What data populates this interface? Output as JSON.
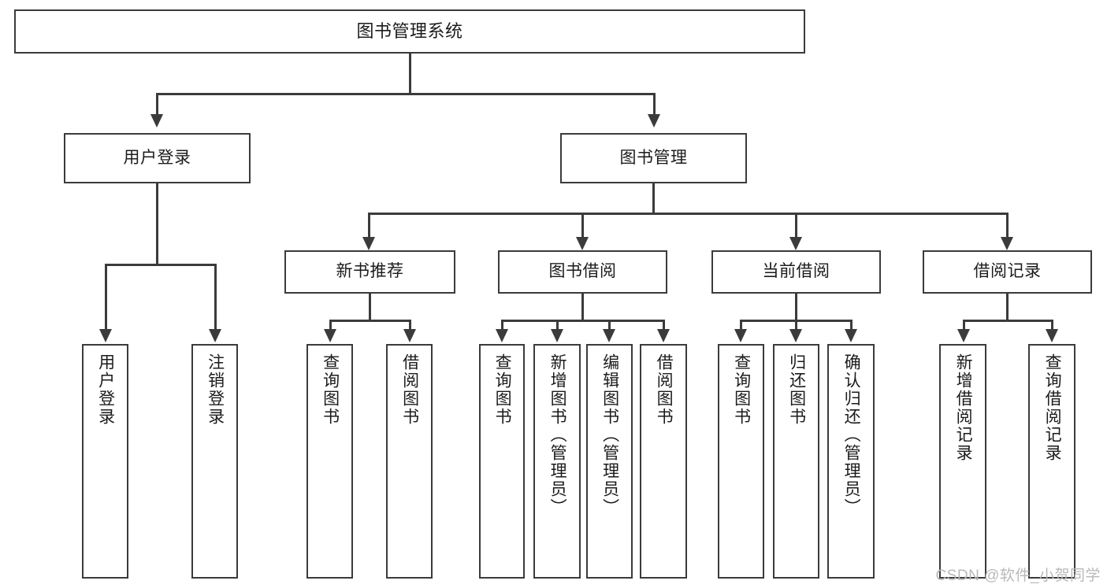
{
  "diagram": {
    "title": "图书管理系统",
    "watermark": "CSDN @软件_小贺同学",
    "nodes": {
      "root": {
        "label": "图书管理系统"
      },
      "level2": [
        {
          "label": "用户登录"
        },
        {
          "label": "图书管理"
        }
      ],
      "level3": [
        {
          "label": "新书推荐"
        },
        {
          "label": "图书借阅"
        },
        {
          "label": "当前借阅"
        },
        {
          "label": "借阅记录"
        }
      ],
      "leaves": {
        "user_login": [
          {
            "label": "用户登录"
          },
          {
            "label": "注销登录"
          }
        ],
        "new_book": [
          {
            "label": "查询图书"
          },
          {
            "label": "借阅图书"
          }
        ],
        "book_borrow": [
          {
            "label": "查询图书"
          },
          {
            "label": "新增图书（管理员）"
          },
          {
            "label": "编辑图书（管理员）"
          },
          {
            "label": "借阅图书"
          }
        ],
        "current_borrow": [
          {
            "label": "查询图书"
          },
          {
            "label": "归还图书"
          },
          {
            "label": "确认归还（管理员）"
          }
        ],
        "borrow_record": [
          {
            "label": "新增借阅记录"
          },
          {
            "label": "查询借阅记录"
          }
        ]
      }
    },
    "colors": {
      "stroke": "#3b3b3b",
      "fill": "#ffffff",
      "text": "#1b1b1b",
      "watermark": "#b9b9b9"
    }
  }
}
